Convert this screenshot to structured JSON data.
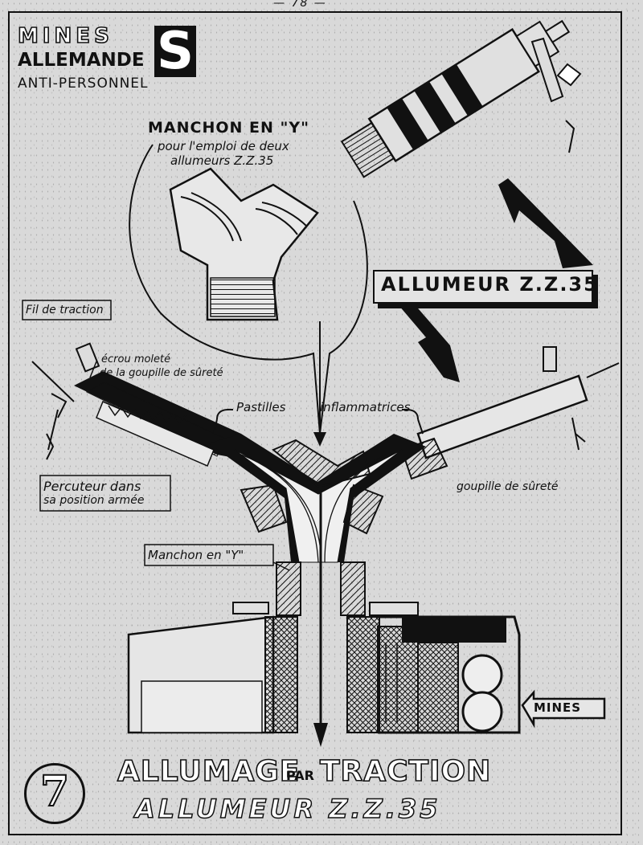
{
  "page_number": "— 78 —",
  "title": {
    "line1": "MINES",
    "line2": "ALLEMANDE",
    "big_letter": "S",
    "line3": "ANTI-PERSONNEL"
  },
  "inset": {
    "title": "MANCHON EN \"Y\"",
    "subtitle_line1": "pour l'emploi de deux",
    "subtitle_line2": "allumeurs Z.Z.35"
  },
  "labels": {
    "allumeur": "ALLUMEUR Z.Z.35",
    "fil_de_traction": "Fil de traction",
    "ecrou_line1": "écrou moleté",
    "ecrou_line2": "de la goupille de sûreté",
    "pastilles": "Pastilles",
    "inflammatrices": "inflammatrices",
    "percuteur_line1": "Percuteur dans",
    "percuteur_line2": "sa position armée",
    "goupille": "goupille de sûreté",
    "manchon_y": "Manchon en \"Y\"",
    "mines_s": "MINES"
  },
  "footer": {
    "figure_number": "7",
    "line1_a": "ALLUMAGE",
    "line1_b": "PAR",
    "line1_c": "TRACTION",
    "line2": "ALLUMEUR Z.Z.35"
  }
}
